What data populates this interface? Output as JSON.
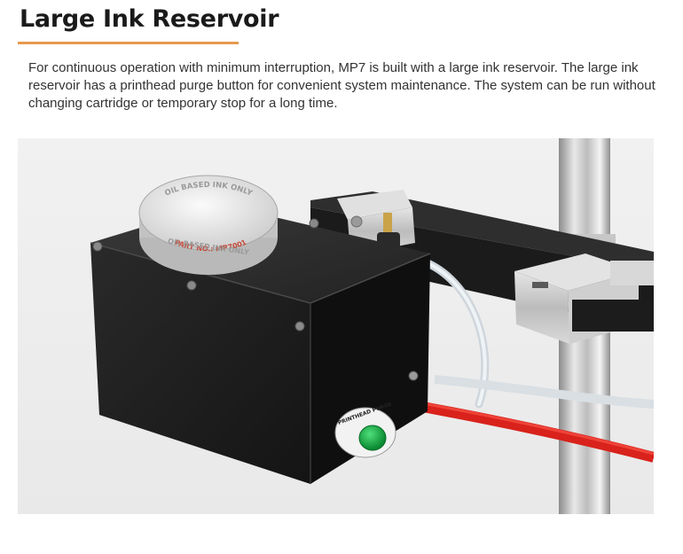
{
  "section": {
    "title": "Large Ink Reservoir",
    "accent_color": "#e69a4f",
    "description": "For continuous operation with minimum interruption, MP7 is built with a large ink reservoir. The large ink reservoir has a printhead purge button for convenient system maintenance. The system can be run without changing cartridge or temporary stop for a long time."
  },
  "photo": {
    "cap_text_top": "OIL BASED INK ONLY",
    "cap_text_part": "PART NO.: MP7001",
    "cap_text_bottom": "OIL BASED INK ONLY",
    "purge_label": "PRINTHEAD PURGE"
  }
}
